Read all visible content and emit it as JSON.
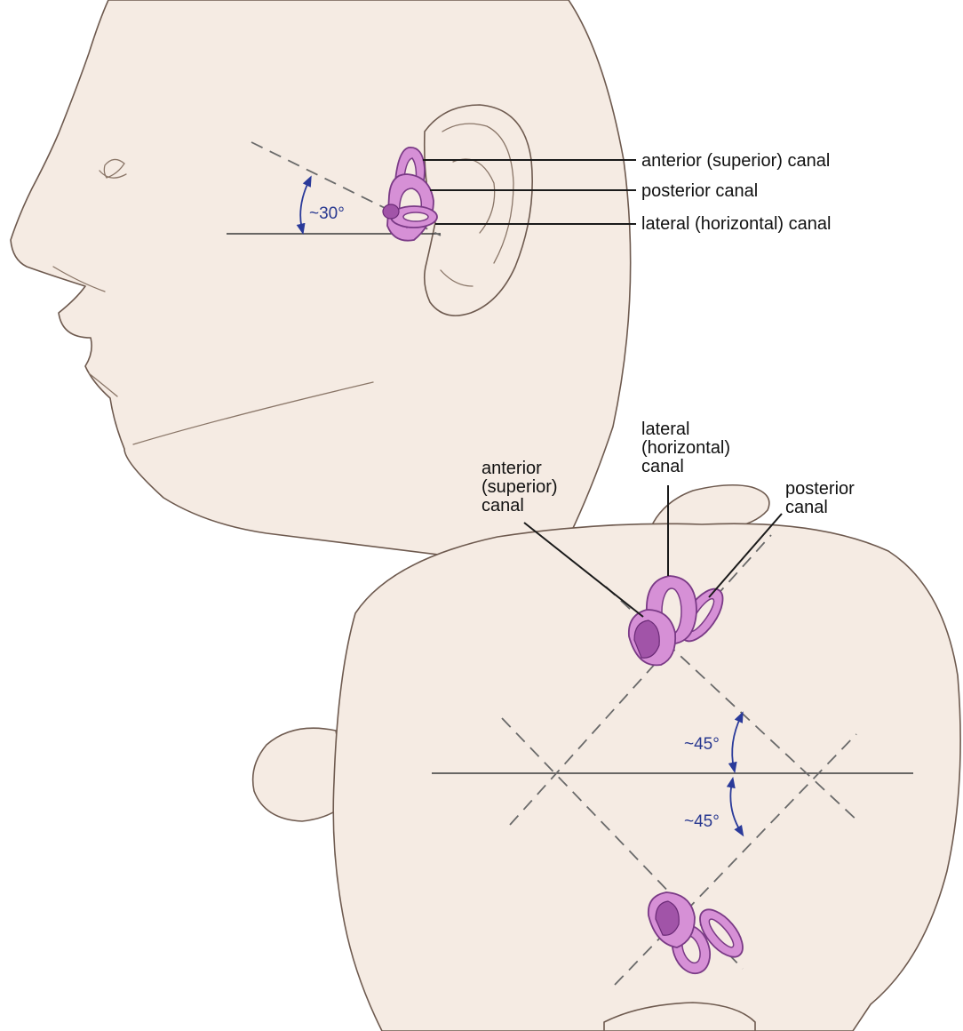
{
  "side_view": {
    "labels": {
      "anterior": "anterior (superior) canal",
      "posterior": "posterior canal",
      "lateral": "lateral (horizontal) canal"
    },
    "angle": "~30°"
  },
  "top_view": {
    "labels": {
      "lateral": [
        "lateral",
        "(horizontal)",
        "canal"
      ],
      "anterior": [
        "anterior",
        "(superior)",
        "canal"
      ],
      "posterior": [
        "posterior",
        "canal"
      ]
    },
    "angle_upper": "~45°",
    "angle_lower": "~45°"
  },
  "colors": {
    "skin": "#f5ebe3",
    "outline": "#6e5a4f",
    "canal": "#d690d6",
    "angle_text": "#283890"
  }
}
